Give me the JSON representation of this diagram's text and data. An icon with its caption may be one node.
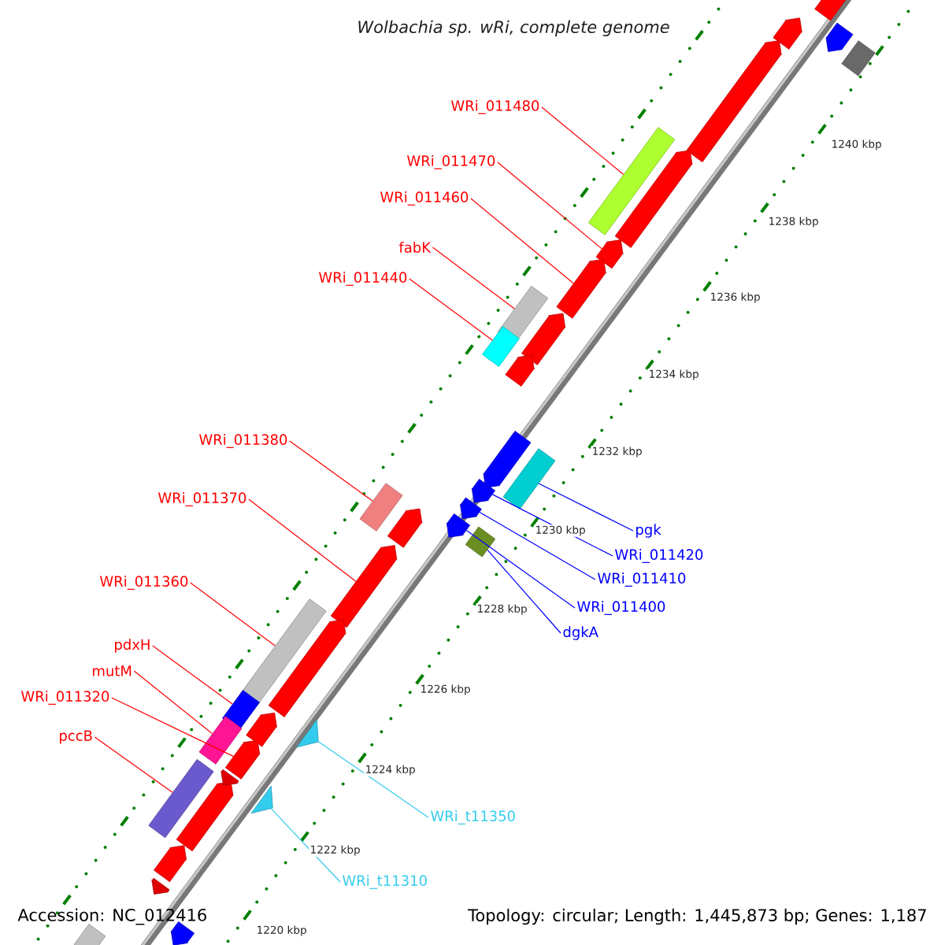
{
  "diagram": {
    "title": "Wolbachia sp. wRi, complete genome",
    "nodes": [
      {
        "text": [
          "WRi_011480"
        ]
      },
      {
        "text": [
          "WRi_011470"
        ]
      },
      {
        "text": [
          "WRi_011460"
        ]
      },
      {
        "text": [
          "fabK"
        ]
      },
      {
        "text": [
          "WRi_011440"
        ]
      },
      {
        "text": [
          "WRi_011380"
        ]
      },
      {
        "text": [
          "WRi_011370"
        ]
      },
      {
        "text": [
          "WRi_011360"
        ]
      },
      {
        "text": [
          "pdxH"
        ]
      },
      {
        "text": [
          "mutM"
        ]
      },
      {
        "text": [
          "WRi_011320"
        ]
      },
      {
        "text": [
          "pccB"
        ]
      },
      {
        "text": [
          "pgk"
        ]
      },
      {
        "text": [
          "WRi_011420"
        ]
      },
      {
        "text": [
          "WRi_011410"
        ]
      },
      {
        "text": [
          "WRi_011400"
        ]
      },
      {
        "text": [
          "dgkA"
        ]
      },
      {
        "text": [
          "WRi_t11350"
        ]
      },
      {
        "text": [
          "WRi_t11310"
        ]
      },
      {
        "text": [],
        "shape": "box"
      },
      {
        "text": [],
        "shape": "arrow"
      },
      {
        "text": [],
        "shape": "arrow"
      },
      {
        "text": [],
        "shape": "box"
      },
      {
        "text": [],
        "shape": "box"
      },
      {
        "text": [],
        "shape": "box"
      },
      {
        "text": [],
        "shape": "arrow"
      },
      {
        "text": [],
        "shape": "box"
      },
      {
        "text": [],
        "shape": "box"
      },
      {
        "text": [],
        "shape": "box"
      },
      {
        "text": [],
        "shape": "arrow"
      },
      {
        "text": [],
        "shape": "box"
      },
      {
        "text": [],
        "shape": "box"
      },
      {
        "text": [],
        "shape": "arrow"
      },
      {
        "text": [],
        "shape": "arrow"
      },
      {
        "text": [],
        "shape": "arrow"
      },
      {
        "text": [],
        "shape": "box"
      },
      {
        "text": [],
        "shape": "triangle"
      },
      {
        "text": [],
        "shape": "triangle"
      },
      {
        "text": [],
        "shape": "arrow"
      },
      {
        "text": [],
        "shape": "arrow"
      },
      {
        "text": [],
        "shape": "arrow"
      },
      {
        "text": [],
        "shape": "arrow"
      },
      {
        "text": [],
        "shape": "arrow"
      },
      {
        "text": [],
        "shape": "arrow"
      },
      {
        "text": [],
        "shape": "arrow"
      },
      {
        "text": [],
        "shape": "arrow"
      },
      {
        "text": [],
        "shape": "arrow"
      },
      {
        "text": [],
        "shape": "arrow"
      },
      {
        "text": [],
        "shape": "arrow"
      },
      {
        "text": [],
        "shape": "arrow"
      },
      {
        "text": [],
        "shape": "arrow"
      },
      {
        "text": [],
        "shape": "arrow"
      },
      {
        "text": [],
        "shape": "arrow"
      },
      {
        "text": [],
        "shape": "arrow"
      },
      {
        "text": [],
        "shape": "box"
      },
      {
        "text": [],
        "shape": "box"
      }
    ],
    "edges": [
      {
        "from": 0,
        "to": 19,
        "arrow": "none"
      },
      {
        "from": 1,
        "to": 20,
        "arrow": "none"
      },
      {
        "from": 2,
        "to": 21,
        "arrow": "none"
      },
      {
        "from": 3,
        "to": 22,
        "arrow": "none"
      },
      {
        "from": 4,
        "to": 23,
        "arrow": "none"
      },
      {
        "from": 5,
        "to": 24,
        "arrow": "none"
      },
      {
        "from": 6,
        "to": 25,
        "arrow": "none"
      },
      {
        "from": 7,
        "to": 26,
        "arrow": "none"
      },
      {
        "from": 8,
        "to": 27,
        "arrow": "none"
      },
      {
        "from": 9,
        "to": 28,
        "arrow": "none"
      },
      {
        "from": 10,
        "to": 29,
        "arrow": "none"
      },
      {
        "from": 11,
        "to": 30,
        "arrow": "none"
      },
      {
        "from": 12,
        "to": 31,
        "arrow": "none",
        "color": "#0000ff"
      },
      {
        "from": 13,
        "to": 32,
        "arrow": "none",
        "color": "#0000ff"
      },
      {
        "from": 14,
        "to": 33,
        "arrow": "none",
        "color": "#0000ff"
      },
      {
        "from": 15,
        "to": 34,
        "arrow": "none",
        "color": "#0000ff"
      },
      {
        "from": 16,
        "to": 35,
        "arrow": "none",
        "color": "#0000ff"
      },
      {
        "from": 17,
        "to": 36,
        "arrow": "none",
        "color": "#33ccee"
      },
      {
        "from": 18,
        "to": 37,
        "arrow": "none",
        "color": "#33ccee"
      }
    ],
    "labels": [
      "1240 kbp",
      "1238 kbp",
      "1236 kbp",
      "1234 kbp",
      "1232 kbp",
      "1230 kbp",
      "1228 kbp",
      "1226 kbp",
      "1224 kbp",
      "1222 kbp",
      "1220 kbp",
      "Accession: NC_012416",
      "Topology: circular; Length: 1,445,873 bp; Genes: 1,187"
    ]
  }
}
